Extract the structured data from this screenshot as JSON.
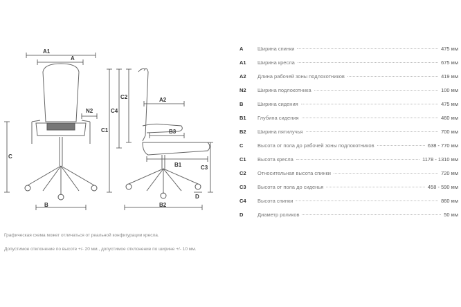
{
  "diagram": {
    "labels": {
      "a1": "A1",
      "a": "A",
      "n2": "N2",
      "c": "C",
      "c1": "C1",
      "b": "B",
      "c2": "C2",
      "c4": "C4",
      "a2": "A2",
      "b3": "B3",
      "b1": "B1",
      "c3": "C3",
      "d": "D",
      "b2": "B2"
    }
  },
  "notes": {
    "line1": "Графическая схема может отличаться от реальной конфигурации кресла.",
    "line2": "Допустимое отклонение по высоте +/- 20 мм., допустимое отклонение по ширине +/- 10 мм."
  },
  "specs": [
    {
      "code": "A",
      "name": "Ширина спинки",
      "value": "475 мм"
    },
    {
      "code": "A1",
      "name": "Ширина кресла",
      "value": "675 мм"
    },
    {
      "code": "A2",
      "name": "Длина рабочей зоны подлокотников",
      "value": "419 мм"
    },
    {
      "code": "N2",
      "name": "Ширина подлокотника",
      "value": "100 мм"
    },
    {
      "code": "B",
      "name": "Ширина сидения",
      "value": "475 мм"
    },
    {
      "code": "B1",
      "name": "Глубина сидения",
      "value": "460 мм"
    },
    {
      "code": "B2",
      "name": "Ширина пятилучья",
      "value": "700 мм"
    },
    {
      "code": "C",
      "name": "Высота от пола до рабочей зоны подлокотников",
      "value": "638 - 770 мм"
    },
    {
      "code": "C1",
      "name": "Высота кресла",
      "value": "1178 - 1310 мм"
    },
    {
      "code": "C2",
      "name": "Относительная высота спинки",
      "value": "720 мм"
    },
    {
      "code": "C3",
      "name": "Высота от пола до сиденья",
      "value": "458 - 590 мм"
    },
    {
      "code": "C4",
      "name": "Высота спинки",
      "value": "860 мм"
    },
    {
      "code": "D",
      "name": "Диаметр роликов",
      "value": "50 мм"
    }
  ]
}
